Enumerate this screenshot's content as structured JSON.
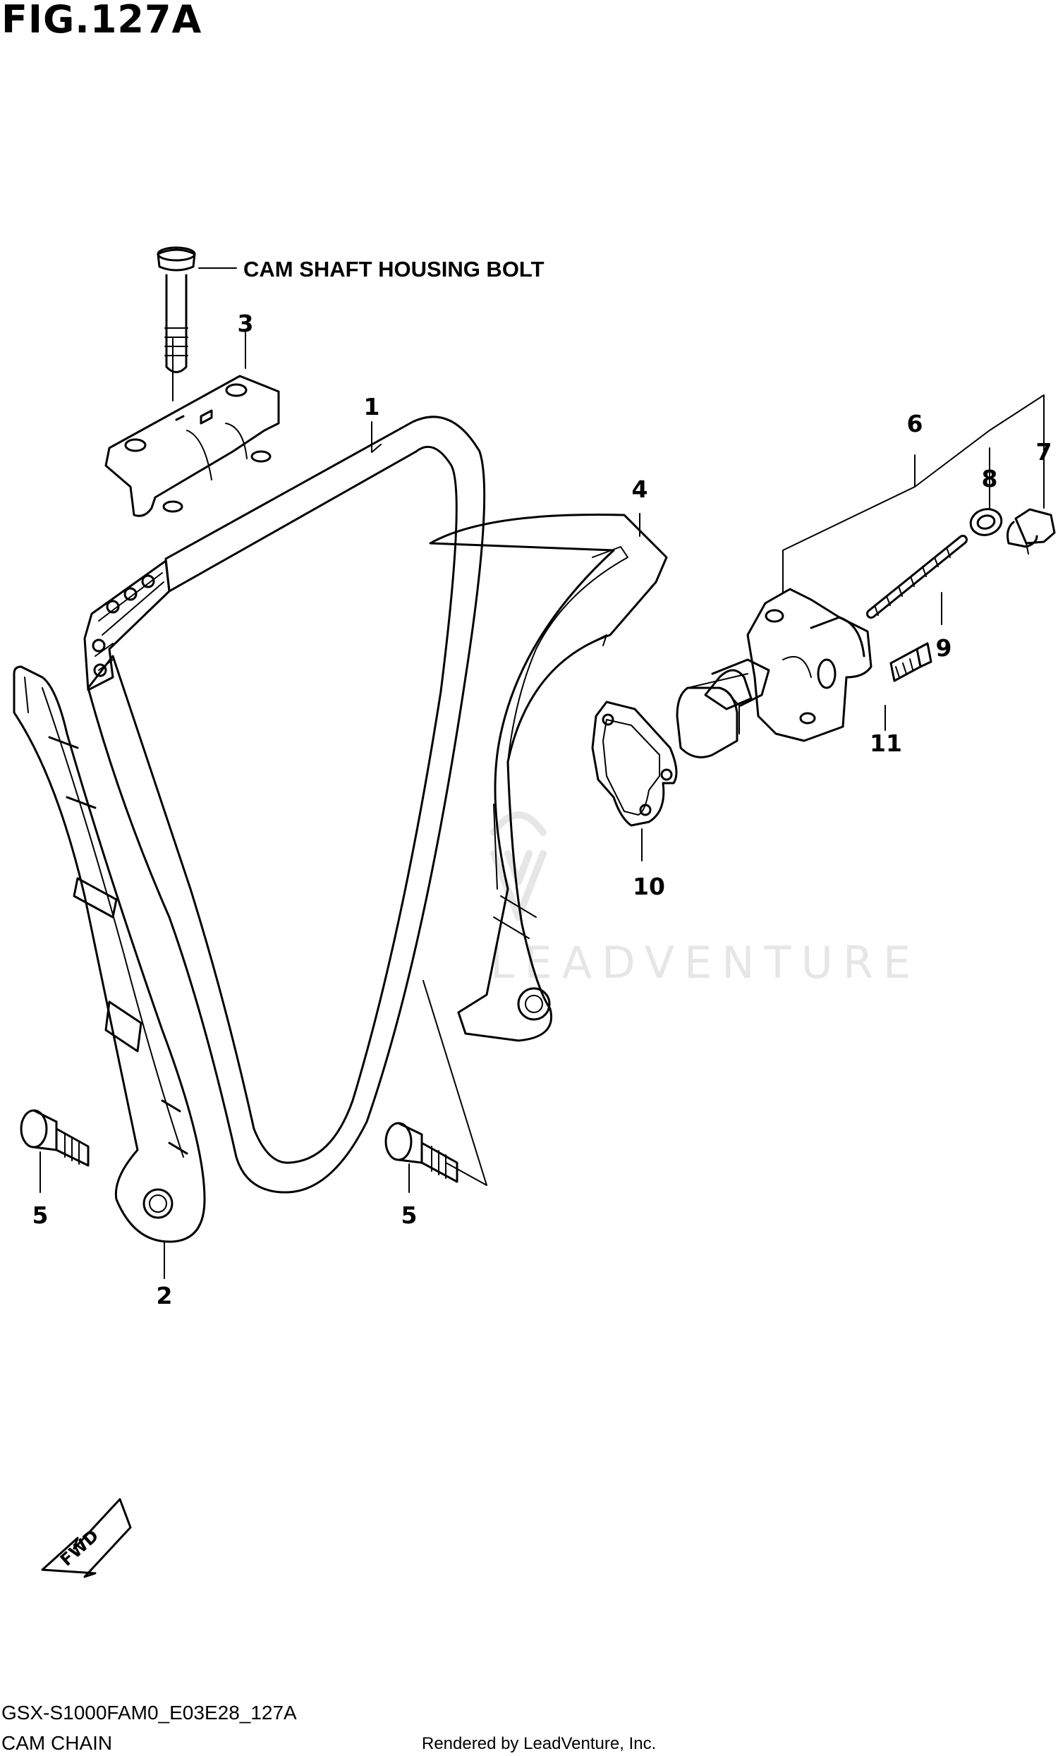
{
  "figure": {
    "title": "FIG.127A",
    "code": "GSX-S1000FAM0_E03E28_127A",
    "name": "CAM CHAIN",
    "credit": "Rendered by LeadVenture, Inc.",
    "watermark": "LEADVENTURE",
    "note_label": "CAM SHAFT HOUSING BOLT",
    "fwd_label": "FWD"
  },
  "callouts": {
    "c1": "1",
    "c2": "2",
    "c3": "3",
    "c4": "4",
    "c5a": "5",
    "c5b": "5",
    "c6": "6",
    "c7": "7",
    "c8": "8",
    "c9": "9",
    "c10": "10",
    "c11": "11"
  },
  "colors": {
    "line": "#000000",
    "background": "#ffffff",
    "watermark": "#e6e6e6"
  }
}
